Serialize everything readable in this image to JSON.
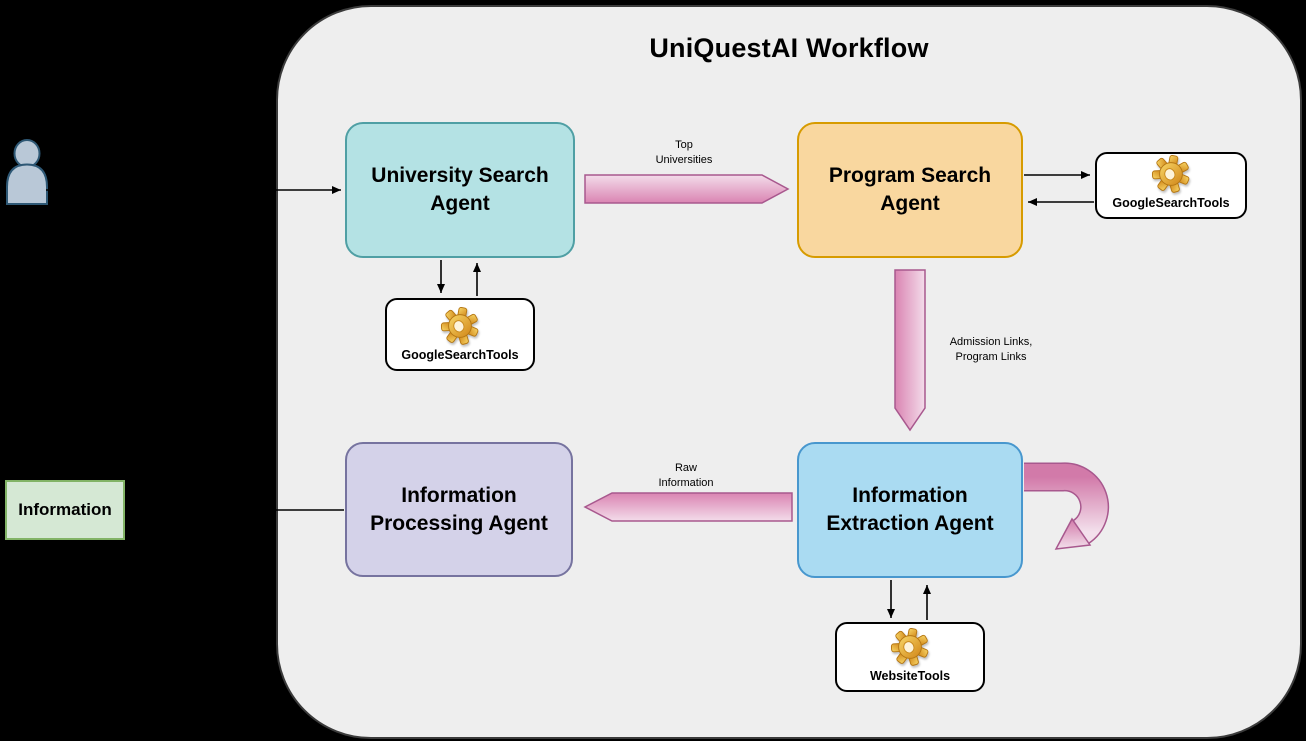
{
  "diagram": {
    "title": "UniQuestAI Workflow",
    "agents": [
      {
        "label": "University Search Agent",
        "fill": "#b4e2e4",
        "border": "#4f9fa4"
      },
      {
        "label": "Program Search Agent",
        "fill": "#f9d79f",
        "border": "#d79b00"
      },
      {
        "label": "Information Extraction Agent",
        "fill": "#aadbf2",
        "border": "#4897ce"
      },
      {
        "label": "Information Processing Agent",
        "fill": "#d4d2e9",
        "border": "#76739f"
      }
    ],
    "tools": [
      {
        "label": "GoogleSearchTools",
        "icon": "gear-icon",
        "attached_to": "University Search Agent"
      },
      {
        "label": "GoogleSearchTools",
        "icon": "gear-icon",
        "attached_to": "Program Search Agent"
      },
      {
        "label": "WebsiteTools",
        "icon": "gear-icon",
        "attached_to": "Information Extraction Agent"
      }
    ],
    "flows": [
      {
        "label": "Top Universities",
        "from": "University Search Agent",
        "to": "Program Search Agent"
      },
      {
        "label": "Admission Links, Program Links",
        "from": "Program Search Agent",
        "to": "Information Extraction Agent"
      },
      {
        "label": "Raw Information",
        "from": "Information Extraction Agent",
        "to": "Information Processing Agent"
      },
      {
        "label": "",
        "from": "Information Extraction Agent",
        "to": "Information Extraction Agent"
      }
    ],
    "external": {
      "user_icon": "person-icon",
      "information_label": "Information"
    },
    "colors": {
      "background": "#000000",
      "frame_fill": "#eeeeee",
      "frame_border": "#3b3b3b",
      "flow_gradient_dark": "#da84b2",
      "flow_gradient_light": "#f3dcea",
      "flow_border": "#a8588e",
      "info_fill": "#d5e8d4",
      "info_border": "#82b366",
      "tool_fill": "#ffffff",
      "tool_border": "#000000",
      "gear_gold_light": "#f8d768",
      "gear_gold_dark": "#d08416",
      "person_fill": "#b9c8d7",
      "person_border": "#2e5875"
    }
  }
}
